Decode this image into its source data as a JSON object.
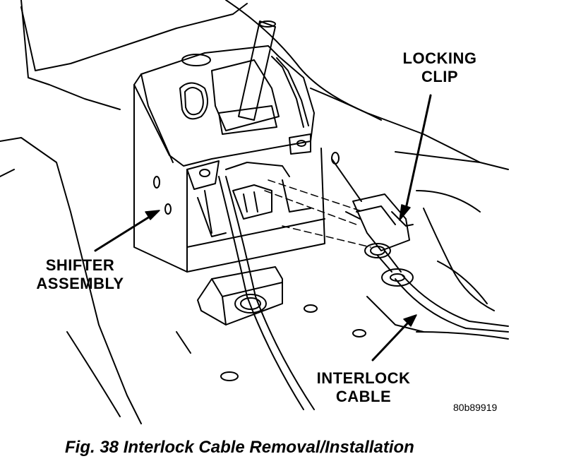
{
  "labels": {
    "locking_clip_line1": "LOCKING",
    "locking_clip_line2": "CLIP",
    "shifter_line1": "SHIFTER",
    "shifter_line2": "ASSEMBLY",
    "interlock_line1": "INTERLOCK",
    "interlock_line2": "CABLE"
  },
  "figure_code": "80b89919",
  "caption": "Fig. 38 Interlock Cable Removal/Installation",
  "colors": {
    "ink": "#000000",
    "paper": "#ffffff"
  }
}
